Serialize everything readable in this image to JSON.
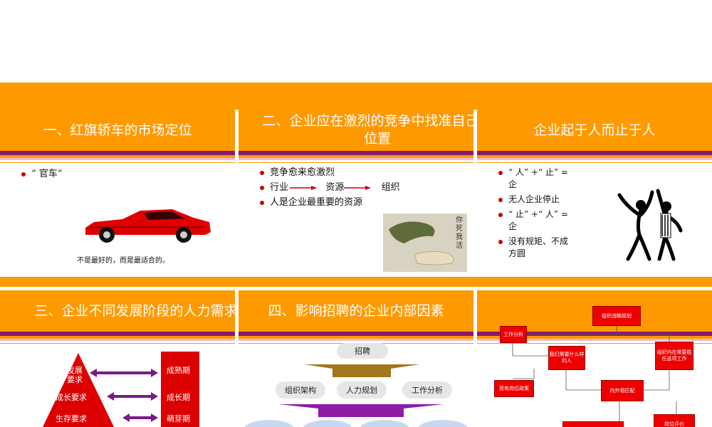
{
  "slides": {
    "s1": {
      "title": "一、红旗轿车的市场定位",
      "bullets": [
        "“ 官车”"
      ],
      "caption": "不是最好的，而是最适合的。",
      "car_color": "#e00000"
    },
    "s2": {
      "title": "二、企业应在激烈的竞争中找准自己的位置",
      "bullets": [
        "竞争愈来愈激烈",
        "人是企业最重要的资源"
      ],
      "flow": [
        "行业",
        "资源",
        "组织"
      ],
      "image_text": "你死我活"
    },
    "s3": {
      "title": "企业起于人而止于人",
      "bullets": [
        "“ 人” +“ 止” = 企",
        "无人企业停止",
        "“ 止” +“ 人” = 企",
        "没有规矩、不成方圆"
      ]
    },
    "s4": {
      "title": "三、企业不同发展阶段的人力需求",
      "needs": [
        "发展要求",
        "成长要求",
        "生存要求"
      ],
      "stages": [
        "成熟期",
        "成长期",
        "萌芽期"
      ]
    },
    "s5": {
      "title": "四、影响招聘的企业内部因素",
      "top": "招聘",
      "middle": [
        "组织架构",
        "人力规划",
        "工作分析"
      ]
    },
    "s6": {
      "boxes": [
        "组织战略规划",
        "工作分析",
        "我们需要什么样的人",
        "组织内在需要胜任这项工作",
        "现有岗位政策",
        "内外相匹配",
        "岗位评价"
      ]
    }
  },
  "colors": {
    "orange": "#ff9900",
    "purple": "#8b1a6b",
    "red": "#ee0000",
    "brown": "#a0771a",
    "violet": "#8e1aa8"
  }
}
